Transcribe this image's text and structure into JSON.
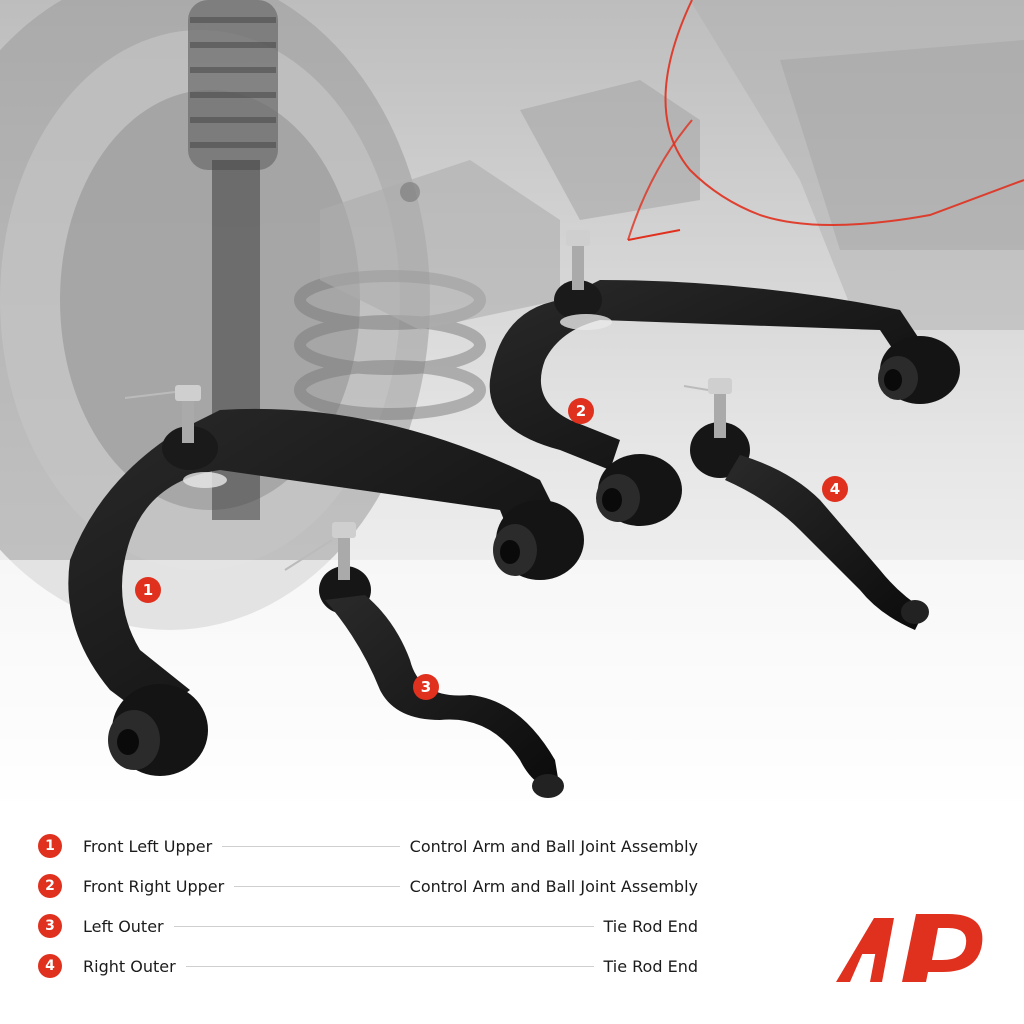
{
  "callouts": [
    "1",
    "2",
    "3",
    "4"
  ],
  "legend": [
    {
      "number": "1",
      "name": "Front Left Upper",
      "description": "Control Arm and Ball Joint Assembly"
    },
    {
      "number": "2",
      "name": "Front Right Upper",
      "description": "Control Arm and Ball Joint Assembly"
    },
    {
      "number": "3",
      "name": "Left Outer",
      "description": "Tie Rod End"
    },
    {
      "number": "4",
      "name": "Right Outer",
      "description": "Tie Rod End"
    }
  ],
  "colors": {
    "accent": "#e0301e",
    "part": "#111111",
    "background_photo": "#cfcfcf"
  },
  "icons": {
    "brand": "ap-logo"
  }
}
